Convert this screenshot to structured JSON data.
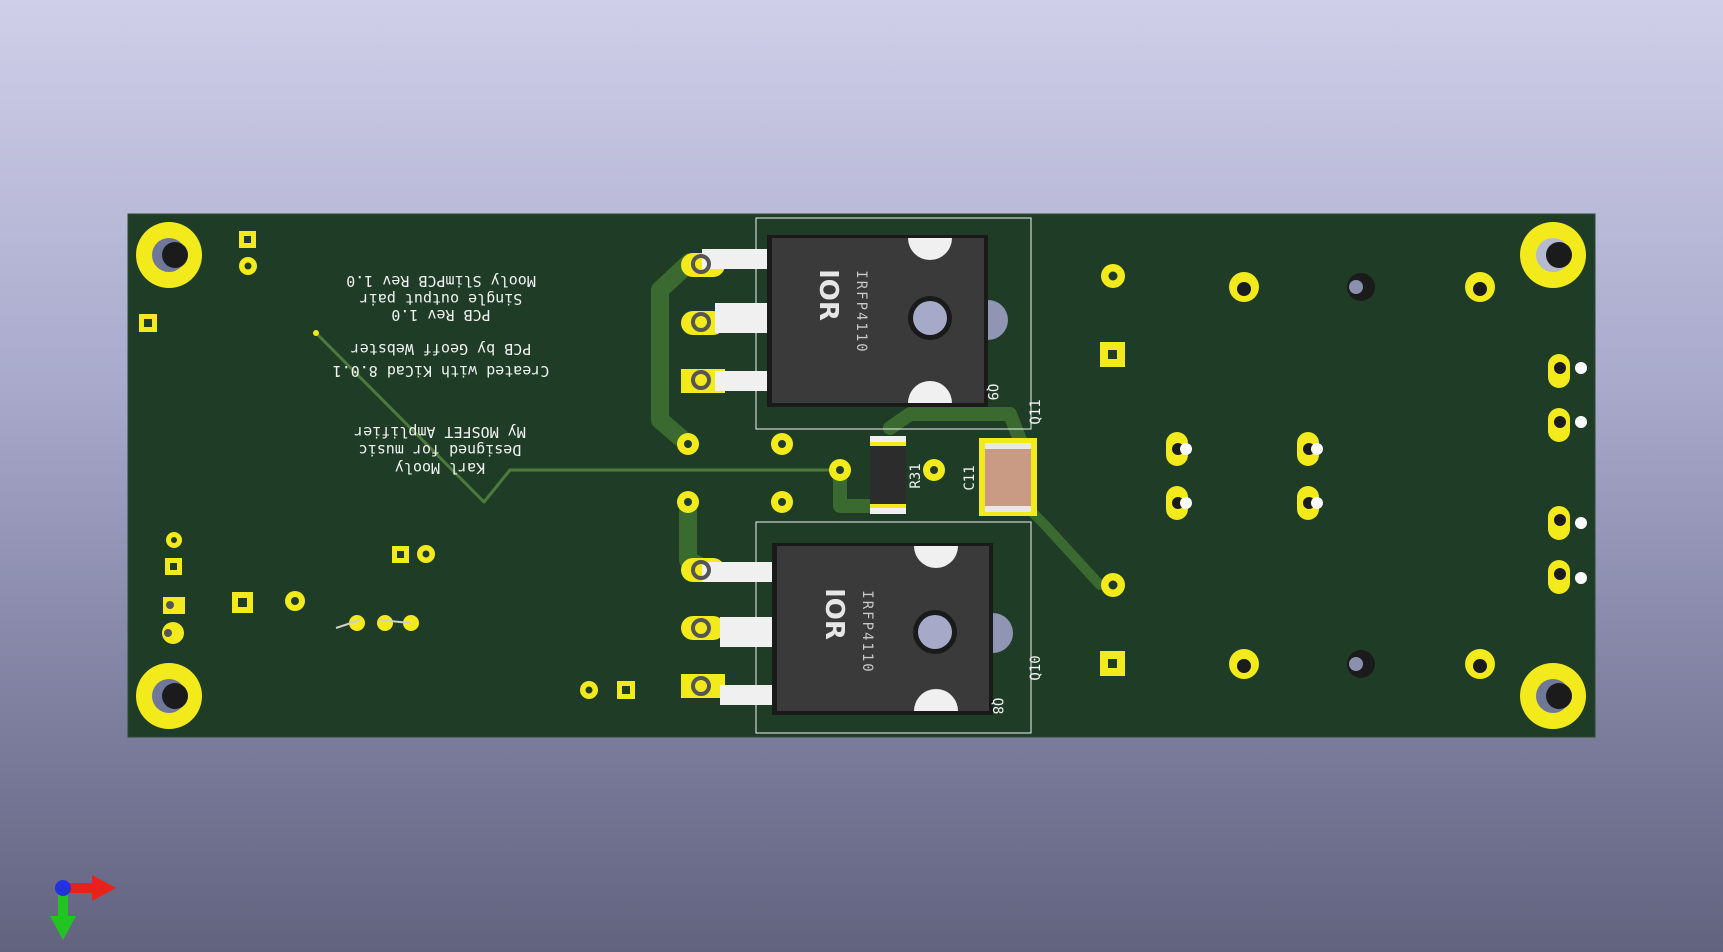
{
  "board": {
    "silkscreen_lines": [
      "Created with KiCad 8.0.1",
      "PCB by Geoff Webster",
      "PCB Rev 1.0",
      "Single output pair",
      "Mooly SlimPCB Rev 1.0"
    ],
    "silkscreen_lines_2": [
      "Karl Mooly",
      "Designed for music",
      "My MOSFET Amplifier"
    ]
  },
  "components": {
    "q11": {
      "ref": "Q11",
      "part": "IRFP4110",
      "logo": "IOR",
      "side_label": "Q9"
    },
    "q10": {
      "ref": "Q10",
      "part": "IRFP4110",
      "logo": "IOR",
      "side_label": "Q8"
    },
    "r31": {
      "ref": "R31"
    },
    "c11": {
      "ref": "C11"
    }
  },
  "colors": {
    "board": "#1f3d26",
    "copper_trace": "#3a6a30",
    "pad": "#f2ea1a",
    "silkscreen": "#f2f2f2",
    "chip_body": "#3a3a3a"
  },
  "axes_gizmo": {
    "x_color": "#e8221a",
    "y_color": "#22c422",
    "z_color": "#2233dd"
  }
}
